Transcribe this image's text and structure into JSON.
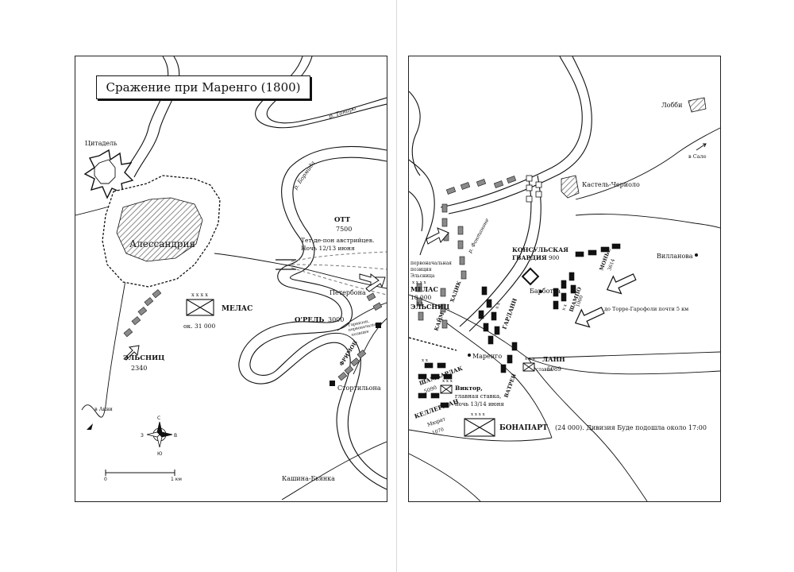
{
  "title": "Сражение при Маренго (1800)",
  "places": {
    "citadel": "Цитадель",
    "alessandria": "Алессандрия",
    "petrebona": "Петербона",
    "stortiliona": "Стортильона",
    "kashina": "Кашина-Бьянка",
    "lobbi": "Лобби",
    "castel": "Кастель-Чериоло",
    "villanova": "Вилланова",
    "barbotta": "Барботта",
    "marengo": "Маренго"
  },
  "rivers": {
    "tanaro": "р. Танаро",
    "bormida": "р. Бормида",
    "fontanone": "р. Фонтаноне"
  },
  "directions": {
    "akvi": "в Акви",
    "sale": "в Сале",
    "torre": "до Торре-Гарофоли почти 5 км"
  },
  "left_units": {
    "ott_name": "ОТТ",
    "ott_strength": "7500",
    "bridgehead": "Тет-де-пон австрийцев.",
    "bridgehead_night": "Ночь 12/13 июня",
    "melas_symbol": "x x x x",
    "melas_name": "МЕЛАС",
    "melas_strength": "ок. 31 000",
    "orel_name": "О'РЕЛЬ",
    "orel_strength": "3000",
    "garrison_line1": "Гарнизон,",
    "garrison_line2": "первоначальная",
    "garrison_line3": "позиция",
    "frimon": "ФРИМОН",
    "elsnitz_name": "ЭЛЬСНИЦ",
    "elsnitz_strength": "2340"
  },
  "right_units": {
    "elsnitz_initial_1": "первоначальная",
    "elsnitz_initial_2": "позиция",
    "elsnitz_initial_3": "Эльсница",
    "melas_symbol": "x x x x",
    "melas_name": "МЕЛАС",
    "melas_strength": "18 000",
    "elsnitz_symbol": "x x",
    "elsnitz_name": "ЭЛЬСНИЦ",
    "haddik": "ХАДИК",
    "kaim": "КАЙМ",
    "gardanne_symbol": "x x",
    "gardanne": "ГАРДАНН",
    "consular_guard_1": "КОНСУЛЬСКАЯ",
    "consular_guard_2": "ГВАРДИЯ",
    "consular_guard_strength": "900",
    "champeaux_symbol": "x x",
    "champeaux": "ШАМПО",
    "champeaux_strength": "1000",
    "monnier": "МОНЬЕ",
    "monnier_strength": "3614",
    "lannes_symbol": "x x x",
    "lannes": "ЛАНН",
    "lannes_strength": "5089",
    "stavka": "ставка",
    "chambarlhac_symbol": "x x",
    "chambarlhac": "ШАМБАРЛАК",
    "chambarlhac_strength": "5090",
    "victor_symbol": "x x x",
    "victor_line1": "Виктор,",
    "victor_line2": "главная ставка,",
    "victor_line3": "ночь 13/14 июня",
    "kellermann": "КЕЛЛЕРМАН",
    "murat": "Мюрат",
    "murat_strength": "1070",
    "watrin": "ВАТРЕН",
    "bonaparte_symbol": "x x x x",
    "bonaparte": "БОНАПАРТ",
    "bonaparte_note": "(24 000). Дивизия Буде подошла около 17:00"
  },
  "compass": {
    "n": "С",
    "s": "Ю",
    "w": "З",
    "e": "В"
  },
  "scale": {
    "zero": "0",
    "one": "1 км"
  },
  "colors": {
    "ink": "#111111",
    "austrian": "#8a8a8a",
    "french": "#111111",
    "hatch": "#9a9a9a"
  }
}
